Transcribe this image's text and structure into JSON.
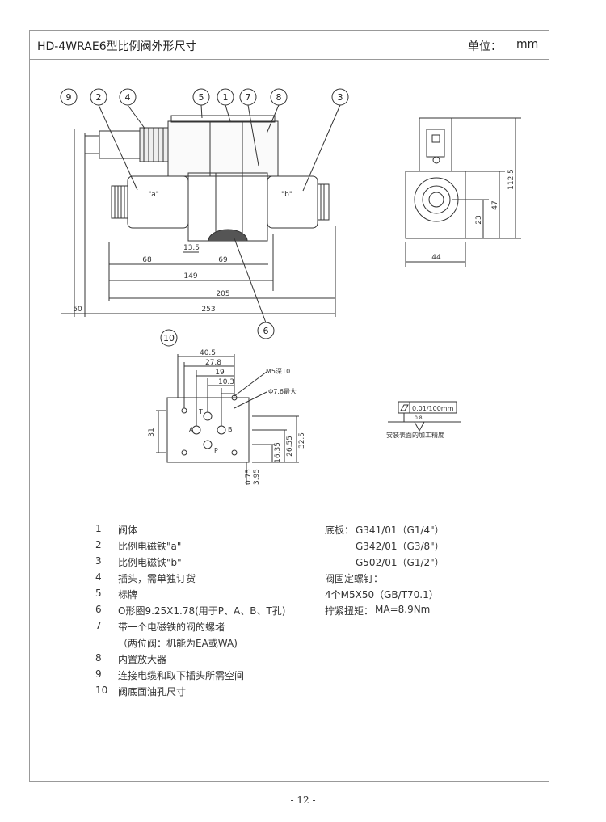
{
  "header": {
    "title": "HD-4WRAE6型比例阀外形尺寸",
    "unit_label": "单位：",
    "unit_value": "mm"
  },
  "drawing": {
    "balloons": [
      "9",
      "2",
      "4",
      "5",
      "1",
      "7",
      "8",
      "3",
      "6",
      "10"
    ],
    "main_dims": [
      "13.5",
      "68",
      "69",
      "149",
      "205",
      "253",
      "50"
    ],
    "magnet_a": "\"a\"",
    "magnet_b": "\"b\"",
    "side_dims": [
      "44",
      "112.5",
      "47",
      "23"
    ],
    "port_dims": [
      "40.5",
      "27.8",
      "19",
      "10.3",
      "31",
      "32.5",
      "26.55",
      "16.35",
      "0.75",
      "3.95"
    ],
    "port_notes": [
      "M5深10",
      "Φ7.6最大"
    ],
    "port_letters": [
      "T",
      "A",
      "B",
      "P"
    ],
    "flatness": "0.01/100mm",
    "roughness": "0.8",
    "surface_note": "安装表面的加工精度"
  },
  "legend": [
    {
      "num": "1",
      "text": "阀体"
    },
    {
      "num": "2",
      "text": "比例电磁铁\"a\""
    },
    {
      "num": "3",
      "text": "比例电磁铁\"b\""
    },
    {
      "num": "4",
      "text": "插头，需单独订货"
    },
    {
      "num": "5",
      "text": "标牌"
    },
    {
      "num": "6",
      "text": "O形圈9.25X1.78(用于P、A、B、T孔)"
    },
    {
      "num": "7",
      "text": "带一个电磁铁的阀的螺堵"
    },
    {
      "num": "",
      "text": "（两位阀：机能为EA或WA)"
    },
    {
      "num": "8",
      "text": " 内置放大器"
    },
    {
      "num": "9",
      "text": "连接电缆和取下插头所需空间"
    },
    {
      "num": "10",
      "text": "阀底面油孔尺寸"
    }
  ],
  "right_notes": {
    "base_label": "底板：",
    "base_items": [
      "G341/01（G1/4\"）",
      "G342/01（G3/8\"）",
      "G502/01（G1/2\"）"
    ],
    "screw_label": "阀固定螺钉：",
    "screw_value": "4个M5X50（GB/T70.1）",
    "torque_label": "拧紧扭矩：",
    "torque_value": "MA=8.9Nm"
  },
  "page_number": "- 12 -"
}
